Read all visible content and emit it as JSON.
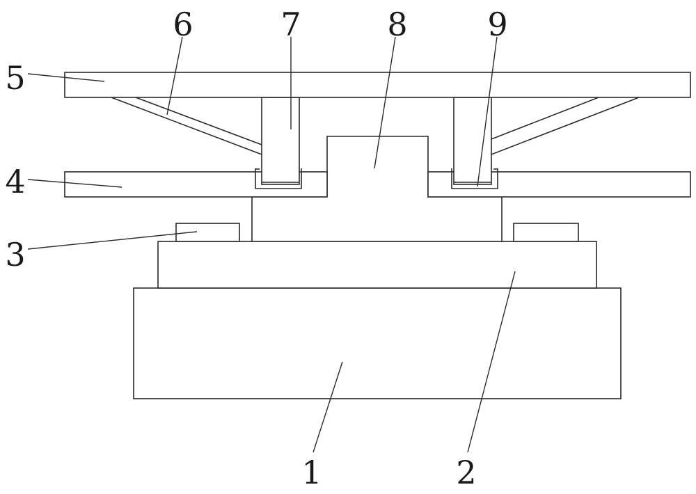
{
  "labels": {
    "l1": "1",
    "l2": "2",
    "l3": "3",
    "l4": "4",
    "l5": "5",
    "l6": "6",
    "l7": "7",
    "l8": "8",
    "l9": "9"
  },
  "colors": {
    "stroke": "#2a2a2a",
    "background": "#ffffff"
  }
}
